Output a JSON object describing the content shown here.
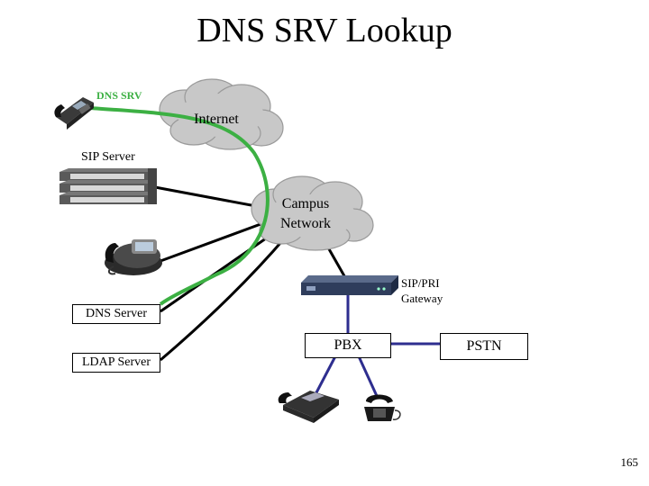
{
  "title": "DNS SRV Lookup",
  "labels": {
    "dns_srv": "DNS SRV",
    "internet": "Internet",
    "sip_server": "SIP Server",
    "campus_network_line1": "Campus",
    "campus_network_line2": "Network",
    "gateway_line1": "SIP/PRI",
    "gateway_line2": "Gateway",
    "dns_server": "DNS Server",
    "ldap_server": "LDAP Server",
    "pbx": "PBX",
    "pstn": "PSTN"
  },
  "page_number": "165",
  "colors": {
    "dns_path": "#3cb043",
    "pbx_links": "#2e2e8f",
    "links": "#000000",
    "cloud": "#c8c8c8"
  },
  "icons": [
    "ip-phone-icon",
    "cloud-icon",
    "server-rack-icon",
    "conference-phone-icon",
    "gateway-router-icon",
    "desk-phone-icon",
    "analog-phone-icon"
  ]
}
